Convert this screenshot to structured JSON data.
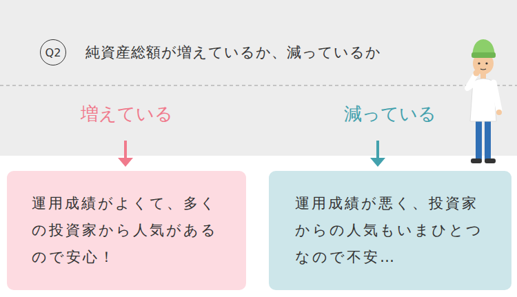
{
  "diagram": {
    "title": "純資産総額が増えているか、減っているか",
    "nodes": [
      {
        "text": [
          "Q2"
        ]
      },
      {
        "text": [
          "増えている",
          "運用成績がよくて、多くの投資家から人気があるので安心！"
        ]
      },
      {
        "text": [
          "減っている",
          "運用成績が悪く、投資家からの人気もいまひとつなので不安…"
        ]
      }
    ]
  }
}
